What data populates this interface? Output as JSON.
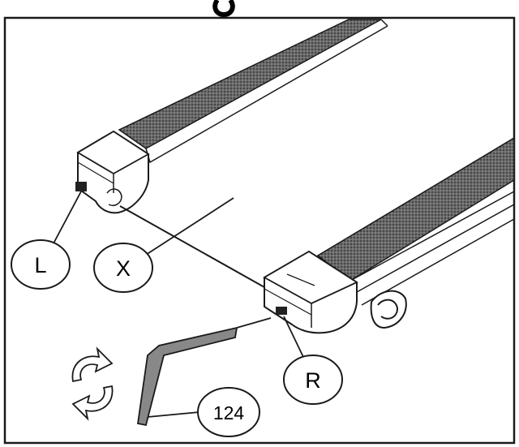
{
  "diagram": {
    "callouts": {
      "left_end": "L",
      "belt": "X",
      "right_end": "R",
      "hex_key": "124"
    }
  },
  "colors": {
    "line": "#1a1a1a",
    "belt_texture": "#555555",
    "background": "#ffffff"
  }
}
